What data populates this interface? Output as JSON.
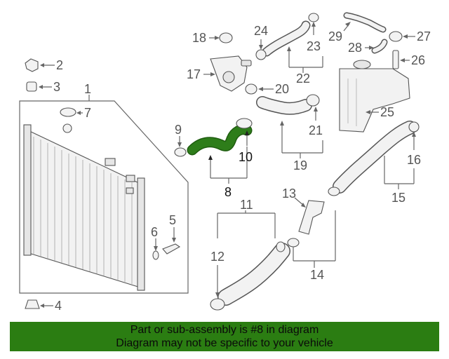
{
  "callouts": {
    "c1": "1",
    "c2": "2",
    "c3": "3",
    "c4": "4",
    "c5": "5",
    "c6": "6",
    "c7": "7",
    "c8": "8",
    "c9": "9",
    "c10": "10",
    "c11": "11",
    "c12": "12",
    "c13": "13",
    "c14": "14",
    "c15": "15",
    "c16": "16",
    "c17": "17",
    "c18": "18",
    "c19": "19",
    "c20": "20",
    "c21": "21",
    "c22": "22",
    "c23": "23",
    "c24": "24",
    "c25": "25",
    "c26": "26",
    "c27": "27",
    "c28": "28",
    "c29": "29"
  },
  "highlight": {
    "part_number": "8",
    "color": "#2e7d1a"
  },
  "banner": {
    "line1": "Part or sub-assembly is #8 in diagram",
    "line2": "Diagram may not be specific to your vehicle",
    "background": "#2b7d12"
  }
}
